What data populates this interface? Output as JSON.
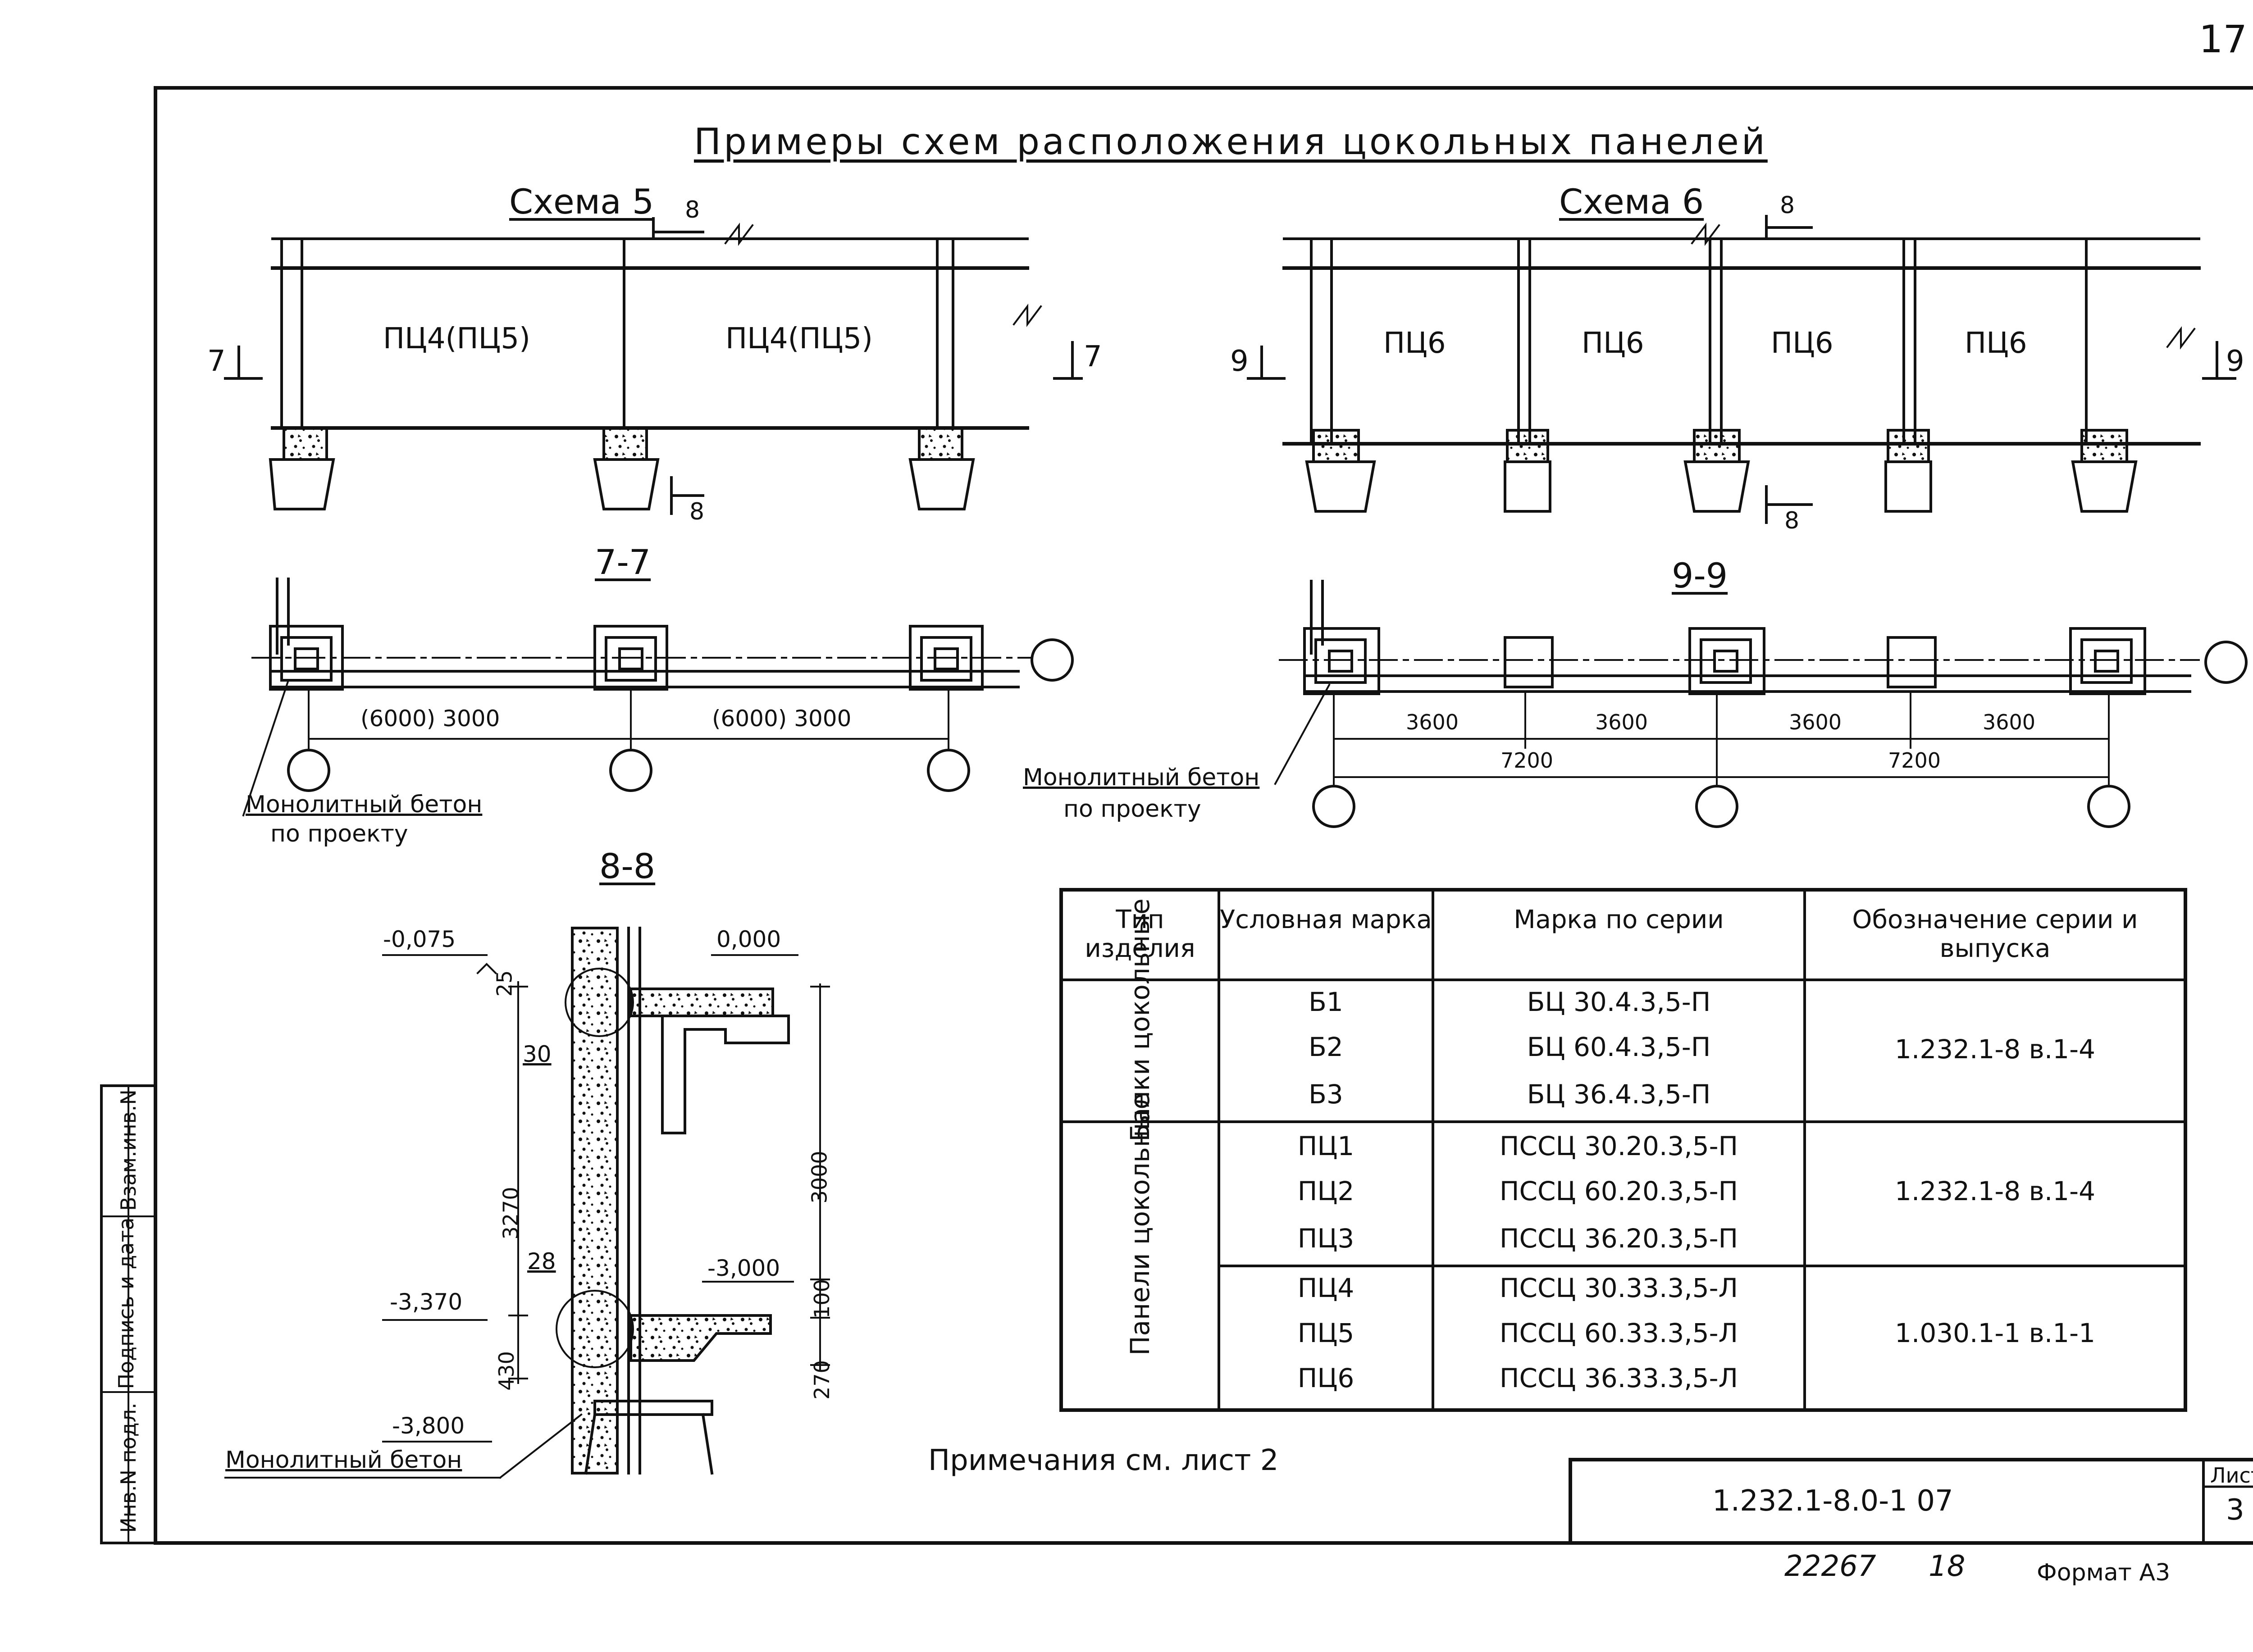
{
  "page_number": "17",
  "title": "Примеры схем расположения цокольных панелей",
  "scheme5": {
    "label": "Схема 5",
    "panels": [
      "ПЦ4(ПЦ5)",
      "ПЦ4(ПЦ5)"
    ],
    "cut_left": "7",
    "cut_right": "7",
    "cut_top": "8",
    "cut_bottom": "8"
  },
  "scheme6": {
    "label": "Схема 6",
    "panels": [
      "ПЦ6",
      "ПЦ6",
      "ПЦ6",
      "ПЦ6"
    ],
    "cut_left": "9",
    "cut_right": "9",
    "cut_top": "8",
    "cut_bottom": "8"
  },
  "section77": {
    "label": "7-7",
    "dims": [
      "(6000) 3000",
      "(6000) 3000"
    ],
    "note_line1": "Монолитный бетон",
    "note_line2": "по проекту"
  },
  "section99": {
    "label": "9-9",
    "dims_small": [
      "3600",
      "3600",
      "3600",
      "3600"
    ],
    "dims_large": [
      "7200",
      "7200"
    ],
    "note_line1": "Монолитный бетон",
    "note_line2": "по проекту"
  },
  "section88": {
    "label": "8-8",
    "levels": [
      "-0,075",
      "0,000",
      "-3,370",
      "-3,000",
      "-3,800"
    ],
    "dims_left": [
      "25",
      "3270",
      "430"
    ],
    "dims_right": [
      "3000",
      "100",
      "270"
    ],
    "callouts": [
      "30",
      "28"
    ],
    "note": "Монолитный бетон"
  },
  "table": {
    "headers": [
      "Тип изделия",
      "Условная марка",
      "Марка по серии",
      "Обозначение серии и выпуска"
    ],
    "groups": [
      {
        "type": "Балки цокольные",
        "rows": [
          [
            "Б1",
            "БЦ 30.4.3,5-П"
          ],
          [
            "Б2",
            "БЦ 60.4.3,5-П"
          ],
          [
            "Б3",
            "БЦ 36.4.3,5-П"
          ]
        ],
        "series": "1.232.1-8 в.1-4"
      },
      {
        "type": "Панели цокольные",
        "rows": [
          [
            "ПЦ1",
            "ПССЦ 30.20.3,5-П"
          ],
          [
            "ПЦ2",
            "ПССЦ 60.20.3,5-П"
          ],
          [
            "ПЦ3",
            "ПССЦ 36.20.3,5-П"
          ]
        ],
        "series": "1.232.1-8 в.1-4"
      },
      {
        "type": "",
        "rows": [
          [
            "ПЦ4",
            "ПССЦ 30.33.3,5-Л"
          ],
          [
            "ПЦ5",
            "ПССЦ 60.33.3,5-Л"
          ],
          [
            "ПЦ6",
            "ПССЦ 36.33.3,5-Л"
          ]
        ],
        "series": "1.030.1-1 в.1-1"
      }
    ]
  },
  "notes": "Примечания см. лист 2",
  "title_block": {
    "designation": "1.232.1-8.0-1  07",
    "sheet_label": "Лист",
    "sheet_number": "3"
  },
  "side_stamp": {
    "cells": [
      "Инв.N подл.",
      "Подпись и дата",
      "Взам.инв.N"
    ]
  },
  "footer": {
    "code1": "22267",
    "code2": "18",
    "format": "Формат А3"
  }
}
